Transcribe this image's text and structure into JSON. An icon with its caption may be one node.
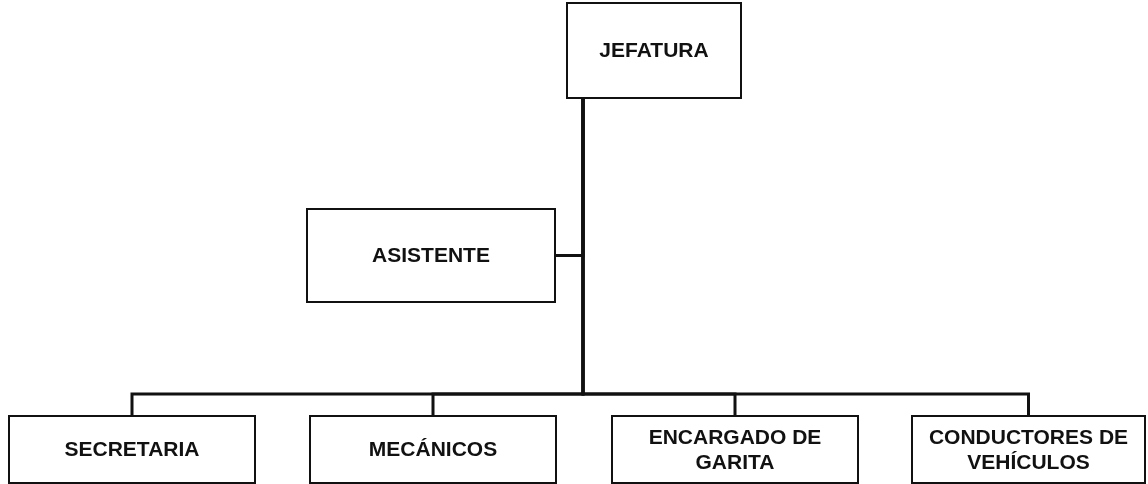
{
  "diagram": {
    "nodes": [
      {
        "text": [
          "JEFATURA"
        ]
      },
      {
        "text": [
          "ASISTENTE"
        ]
      },
      {
        "text": [
          "SECRETARIA"
        ]
      },
      {
        "text": [
          "MECÁNICOS"
        ]
      },
      {
        "text": [
          "ENCARGADO DE GARITA"
        ]
      },
      {
        "text": [
          "CONDUCTORES DE VEHÍCULOS"
        ]
      }
    ],
    "edges": [
      {
        "from": 0,
        "to": 1,
        "arrow": "none"
      },
      {
        "from": 0,
        "to": 2,
        "arrow": "none"
      },
      {
        "from": 0,
        "to": 3,
        "arrow": "none"
      },
      {
        "from": 0,
        "to": 4,
        "arrow": "none"
      },
      {
        "from": 0,
        "to": 5,
        "arrow": "none"
      }
    ]
  }
}
